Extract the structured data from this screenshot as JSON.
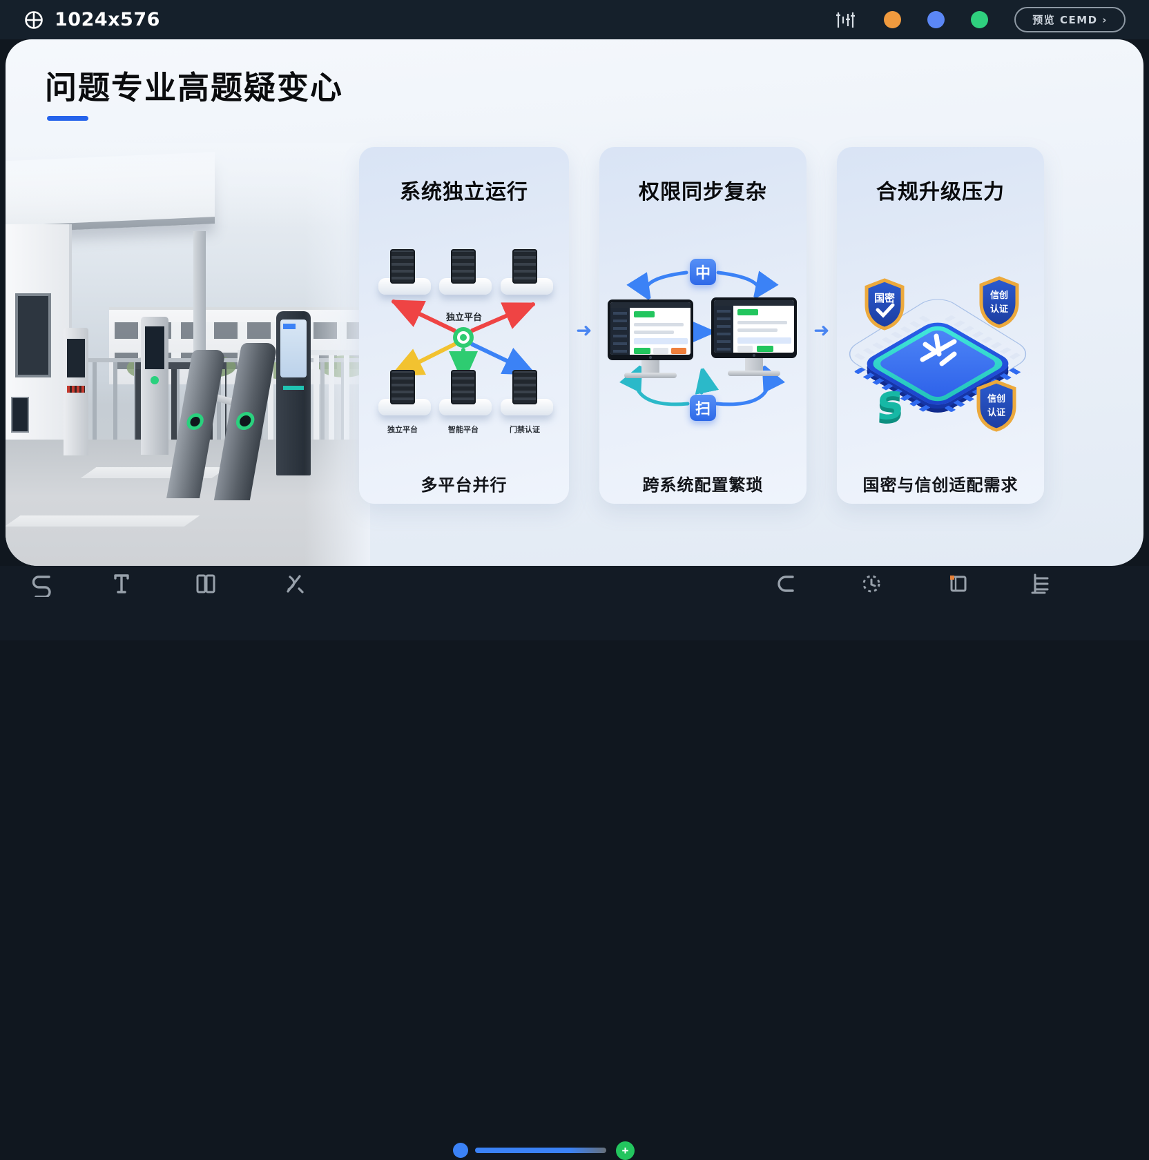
{
  "topbar": {
    "resolution_label": "1024x576",
    "preview_button_label": "预览 CEMD ›",
    "dot_colors": {
      "orange": "#F09A3E",
      "blue": "#5B87F5",
      "green": "#2FD07E"
    }
  },
  "slide": {
    "title": "问题专业高题疑变心",
    "accent_color": "#2563EB",
    "cards": [
      {
        "title": "系统独立运行",
        "hub_label": "独立平台",
        "node_labels": [
          "独立平台",
          "智能平台",
          "门禁认证"
        ],
        "caption": "多平台并行"
      },
      {
        "title": "权限同步复杂",
        "top_badge": "中",
        "bottom_badge": "扫",
        "caption": "跨系统配置繁琐"
      },
      {
        "title": "合规升级压力",
        "shield_top_left": "国密",
        "shield_top_right_line1": "信创",
        "shield_top_right_line2": "认证",
        "shield_bottom_right_line1": "信创",
        "shield_bottom_right_line2": "认证",
        "teal_mark": "S",
        "caption": "国密与信创适配需求"
      }
    ],
    "colors": {
      "node_green": "#2ECC71",
      "arrow_red": "#EF4444",
      "arrow_yellow": "#F2C230",
      "arrow_blue": "#3B82F6",
      "sync_blue": "#3D7BF0",
      "teal": "#2BB9C9"
    }
  },
  "icons": {
    "plus": "+",
    "arrow_right": "➜"
  }
}
